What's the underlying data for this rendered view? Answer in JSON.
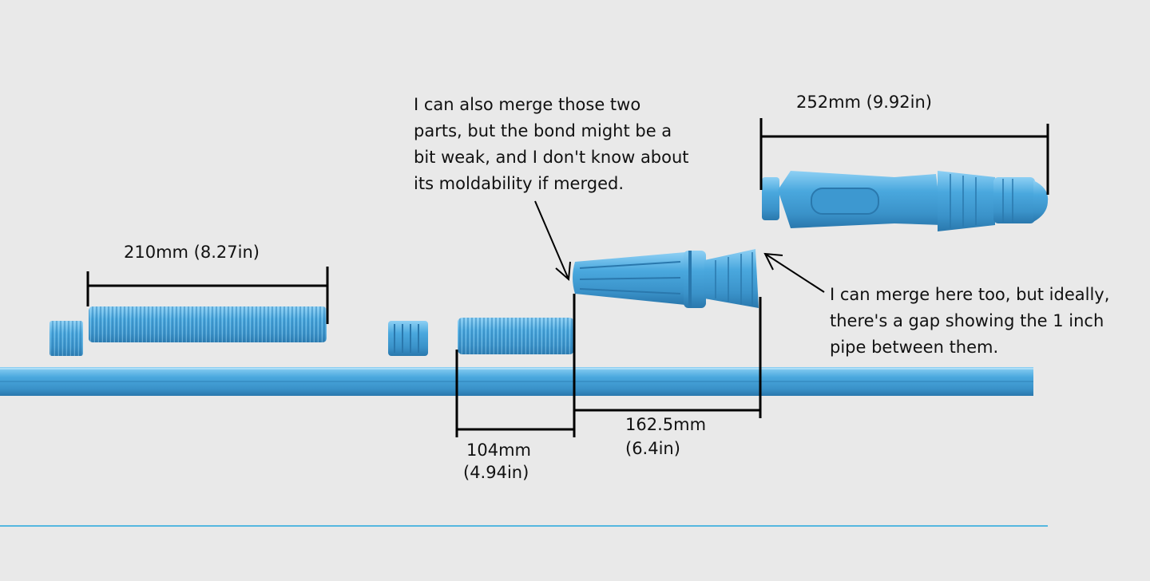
{
  "colors": {
    "background": "#e9e9e9",
    "part_fill": "#4aa8de",
    "part_light": "#8ed0f4",
    "part_dark": "#2a78ad",
    "dimension_line": "#000000",
    "baseline": "#55b7e0"
  },
  "dimensions": {
    "d210": "210mm (8.27in)",
    "d252": "252mm (9.92in)",
    "d104_mm": "104mm",
    "d104_in": "(4.94in)",
    "d162_mm": "162.5mm",
    "d162_in": "(6.4in)"
  },
  "notes": {
    "merge_parts": [
      "I can also merge those two",
      "parts, but the bond might be a",
      "bit weak, and I don't know about",
      "its moldability if merged."
    ],
    "merge_gap": [
      "I can merge here too, but ideally,",
      "there's a gap showing the 1 inch",
      "pipe between them."
    ]
  }
}
